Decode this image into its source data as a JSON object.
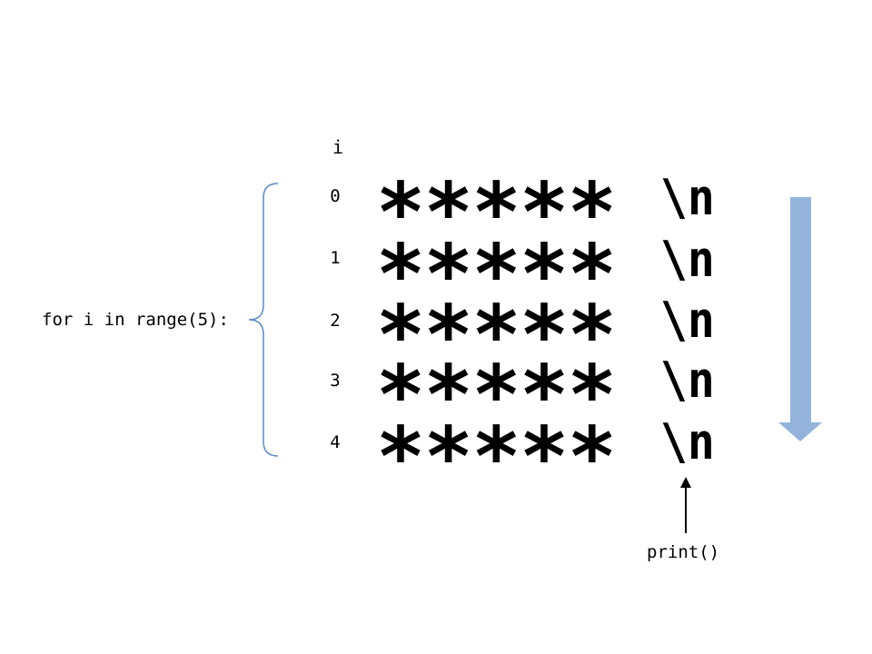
{
  "loop_label": "for i in range(5):",
  "index_header": "i",
  "rows": [
    {
      "index": "0",
      "stars": "*****",
      "newline": "\\n"
    },
    {
      "index": "1",
      "stars": "*****",
      "newline": "\\n"
    },
    {
      "index": "2",
      "stars": "*****",
      "newline": "\\n"
    },
    {
      "index": "3",
      "stars": "*****",
      "newline": "\\n"
    },
    {
      "index": "4",
      "stars": "*****",
      "newline": "\\n"
    }
  ],
  "print_label": "print()",
  "colors": {
    "brace": "#5b8ac3",
    "flow_arrow": "#93b3db",
    "text": "#000000"
  }
}
